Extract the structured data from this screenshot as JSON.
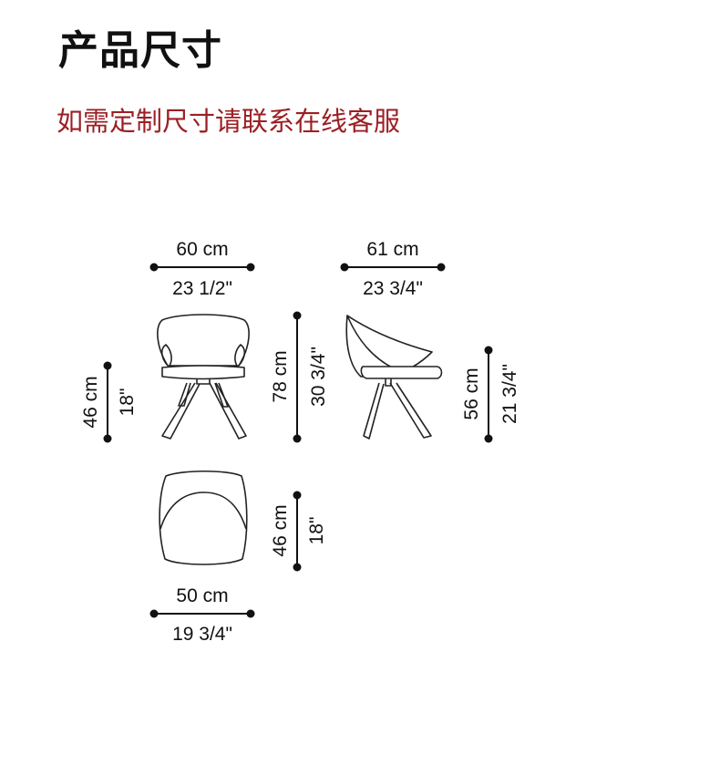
{
  "header": {
    "title": "产品尺寸",
    "subtitle": "如需定制尺寸请联系在线客服"
  },
  "colors": {
    "subtitle": "#9b1f24",
    "text": "#111111"
  },
  "dimensions": {
    "front_width": {
      "metric": "60 cm",
      "imperial": "23 1/2\""
    },
    "side_depth": {
      "metric": "61 cm",
      "imperial": "23 3/4\""
    },
    "seat_height": {
      "metric": "46 cm",
      "imperial": "18\""
    },
    "overall_height": {
      "metric": "78 cm",
      "imperial": "30 3/4\""
    },
    "arm_height": {
      "metric": "56 cm",
      "imperial": "21 3/4\""
    },
    "top_depth": {
      "metric": "46 cm",
      "imperial": "18\""
    },
    "top_width": {
      "metric": "50 cm",
      "imperial": "19 3/4\""
    }
  }
}
